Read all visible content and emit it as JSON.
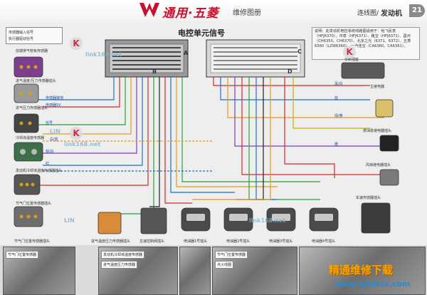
{
  "header": {
    "brand_name": "通用·五菱",
    "brand_sub": "维修图册",
    "section_left": "连线图/",
    "section_right": "发动机",
    "page_number": "21"
  },
  "diagram": {
    "ecu_title": "电控单元信号",
    "connector_a": "A",
    "connector_b": "B",
    "connector_c": "C",
    "connector_d": "D",
    "note_text": "说明：此发动机电控系统线路图适用于：哈飞民意（HFJ6370）、中意（HFJ6371）、路宝（HFJ6371）、昌河（CH6350、CH6370）、北京之光（6371、6372）、五菱6360（LZW6360）、一汽佳宝（CA6360、CA6361）。",
    "legend_1": "传感器输入信号",
    "legend_2": "执行器驱动信号",
    "watermark_link": "link168.net",
    "watermark_k": "K",
    "watermark_lin": "LIN",
    "watermark_site_cn": "精通维修下载",
    "watermark_site_url": "www.gzweix.com",
    "left_labels": [
      "前端排气管氧传感器",
      "进气温度/压力传感器插头",
      "进气压力传感器插头",
      "冷却液温度传感器",
      "发动机冷却液温度传感器插头",
      "节气门位置传感器插头"
    ],
    "bottom_labels": [
      "节气门位置传感器插头",
      "进气温度压力传感器插头",
      "怠速控制阀插头",
      "喷油器1号插头",
      "喷油器2号插头",
      "喷油器3号插头",
      "喷油器4号插头"
    ],
    "right_labels": [
      "诊断插座",
      "主继电器",
      "燃油泵继电器插头",
      "风扇继电器插头",
      "车速传感器插头"
    ],
    "wire_labels": [
      "传感器接地",
      "传感器5V",
      "信号",
      "白/蓝",
      "棕/白",
      "红",
      "黑/白",
      "蓝",
      "绿/黄",
      "橙"
    ],
    "photo_captions": [
      "节气门位置传感器",
      "发动机冷却液温度传感器",
      "进气温度压力传感器",
      "节气门位置传感器",
      "点火线圈"
    ]
  }
}
